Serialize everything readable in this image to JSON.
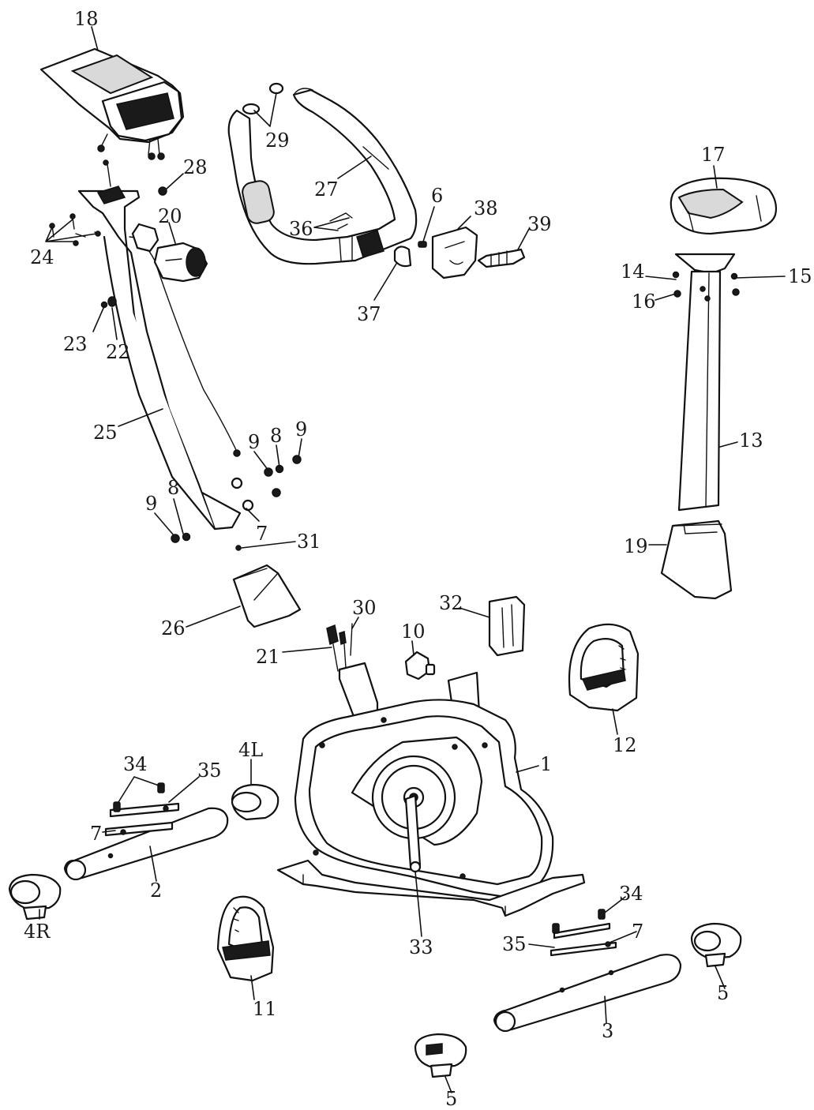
{
  "labels": {
    "p18": "18",
    "p29": "29",
    "p27": "27",
    "p28": "28",
    "p20": "20",
    "p24": "24",
    "p36": "36",
    "p6": "6",
    "p38": "38",
    "p39": "39",
    "p37": "37",
    "p17": "17",
    "p14": "14",
    "p15": "15",
    "p16": "16",
    "p23": "23",
    "p22": "22",
    "p25": "25",
    "p13": "13",
    "p9a": "9",
    "p8a": "8",
    "p9b": "9",
    "p9c": "9",
    "p8b": "8",
    "p7a": "7",
    "p31": "31",
    "p19": "19",
    "p26": "26",
    "p30": "30",
    "p32": "32",
    "p10": "10",
    "p21": "21",
    "p12": "12",
    "p1": "1",
    "p34a": "34",
    "p35a": "35",
    "p4L": "4L",
    "p7b": "7",
    "p2": "2",
    "p4R": "4R",
    "p33": "33",
    "p11": "11",
    "p34b": "34",
    "p35b": "35",
    "p7c": "7",
    "p5a": "5",
    "p3": "3",
    "p5b": "5"
  }
}
